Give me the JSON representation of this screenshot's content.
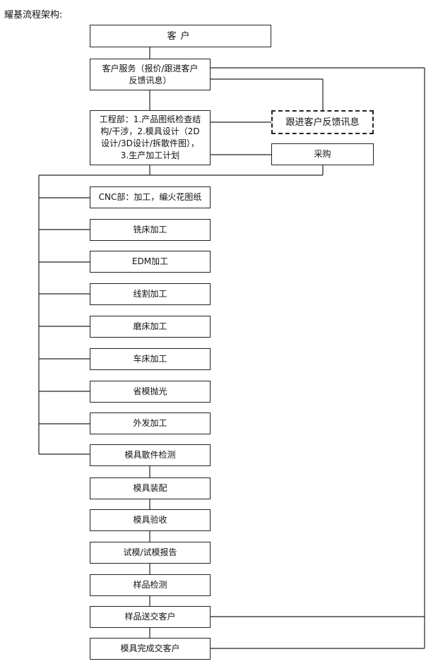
{
  "title": "耀基流程架构:",
  "customer": "客户",
  "customer_service": "客户服务（报价/跟进客户\n反馈讯息）",
  "engineering": "工程部：1.产品图纸检查结\n构/干涉，2.模具设计（2D\n设计/3D设计/拆散件图），\n3.生产加工计划",
  "follow_up": "跟进客户反馈讯息",
  "purchasing": "采购",
  "cnc": "CNC部：加工，编火花图纸",
  "milling": "铣床加工",
  "edm": "EDM加工",
  "wire_cut": "线割加工",
  "grinding": "磨床加工",
  "lathe": "车床加工",
  "polishing": "省模抛光",
  "outsourcing": "外发加工",
  "parts_inspection": "模具散件检测",
  "assembly": "模具装配",
  "acceptance": "模具验收",
  "trial_report": "试模/试模报告",
  "sample_inspection": "样品检测",
  "sample_delivery": "样品送交客户",
  "mold_delivery": "模具完成交客户"
}
